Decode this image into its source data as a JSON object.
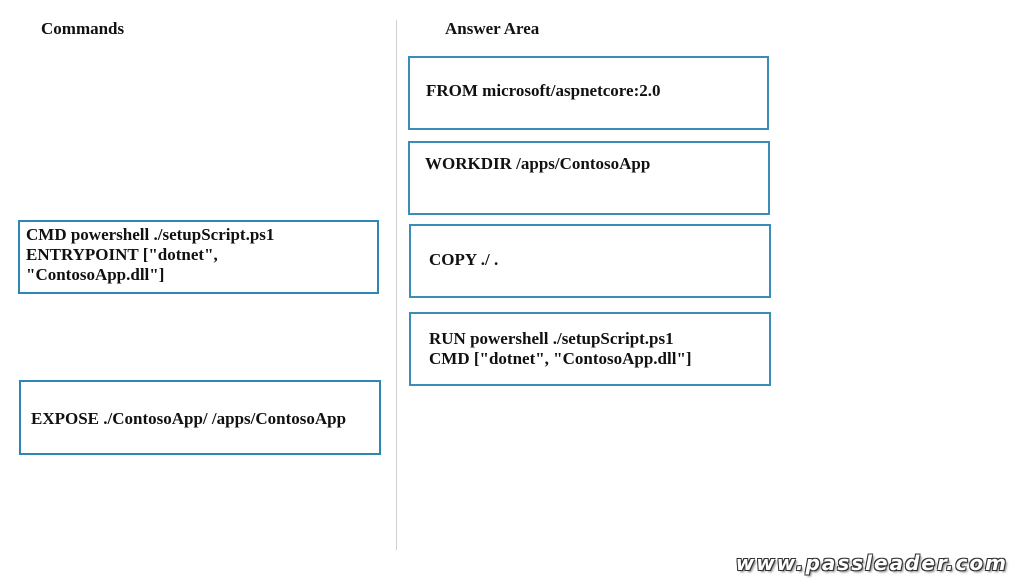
{
  "commands": {
    "heading": "Commands",
    "items": [
      {
        "lines": [
          "CMD powershell ./setupScript.ps1",
          "ENTRYPOINT [\"dotnet\",",
          "\"ContosoApp.dll\"]"
        ]
      },
      {
        "lines": [
          "EXPOSE ./ContosoApp/ /apps/ContosoApp"
        ]
      }
    ]
  },
  "answer_area": {
    "heading": "Answer Area",
    "items": [
      {
        "lines": [
          "FROM microsoft/aspnetcore:2.0"
        ]
      },
      {
        "lines": [
          "WORKDIR /apps/ContosoApp"
        ]
      },
      {
        "lines": [
          "COPY ./ ."
        ]
      },
      {
        "lines": [
          "RUN powershell ./setupScript.ps1",
          "CMD [\"dotnet\", \"ContosoApp.dll\"]"
        ]
      }
    ]
  },
  "watermark": "www.passleader.com",
  "colors": {
    "box_border": "#2e86b5",
    "text": "#111111",
    "divider": "#cfcfcf"
  }
}
